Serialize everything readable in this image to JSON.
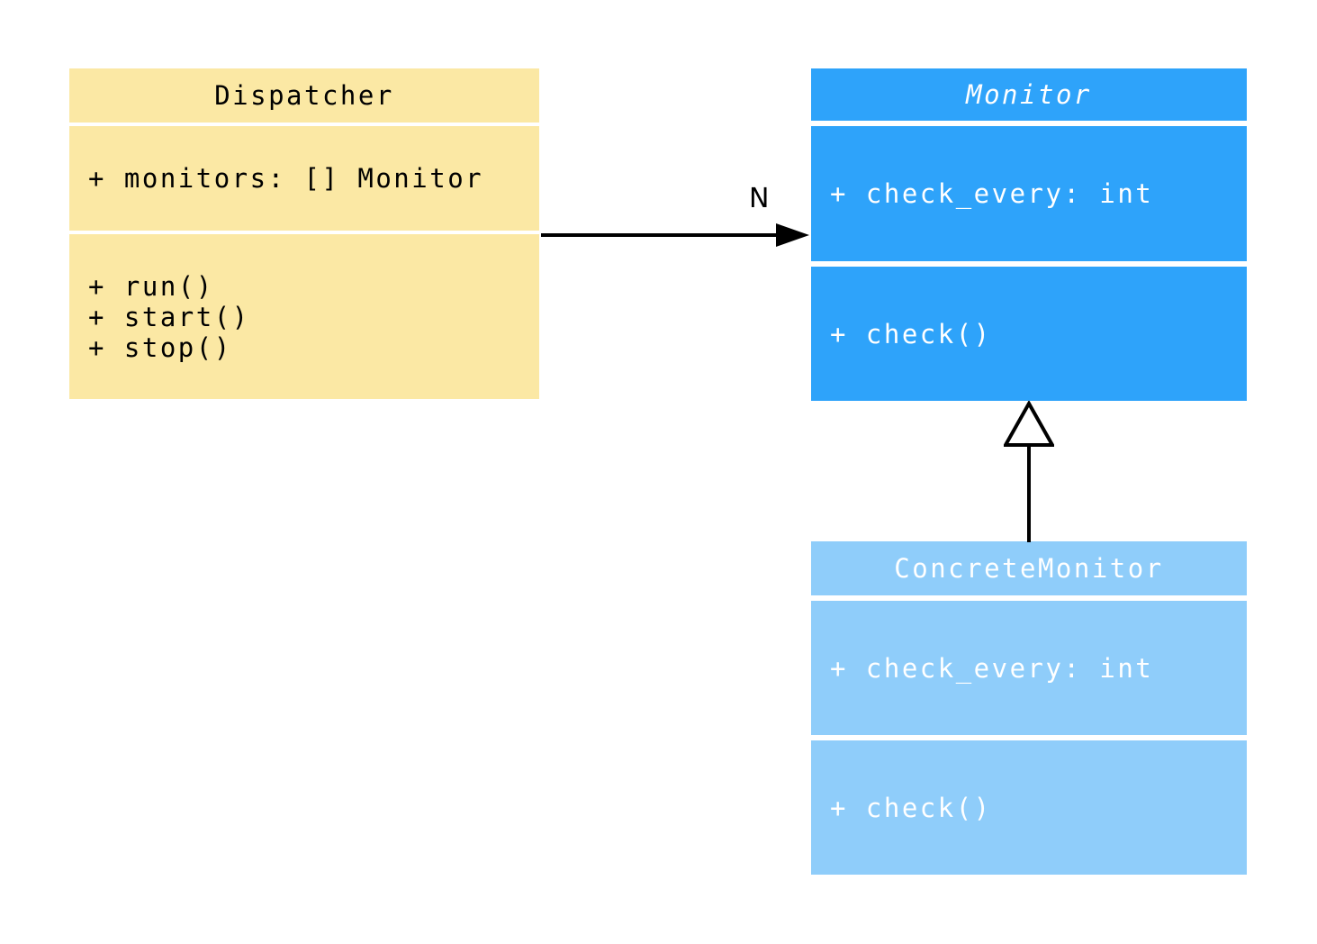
{
  "diagram": {
    "classes": {
      "dispatcher": {
        "title": "Dispatcher",
        "attributes": [
          "+ monitors: [] Monitor"
        ],
        "methods": [
          "+ run()",
          "+ start()",
          "+ stop()"
        ],
        "fill_color": "#FBE8A4",
        "text_color": "#000000"
      },
      "monitor": {
        "title": "Monitor",
        "title_italic": true,
        "attributes": [
          "+ check_every: int"
        ],
        "methods": [
          "+ check()"
        ],
        "fill_color": "#2EA3FA",
        "text_color": "#FFFFFF"
      },
      "concrete_monitor": {
        "title": "ConcreteMonitor",
        "attributes": [
          "+ check_every: int"
        ],
        "methods": [
          "+ check()"
        ],
        "fill_color": "#8FCDFA",
        "text_color": "#FFFFFF"
      }
    },
    "relationships": {
      "association": {
        "from": "Dispatcher",
        "to": "Monitor",
        "label": "N"
      },
      "generalization": {
        "from": "ConcreteMonitor",
        "to": "Monitor"
      }
    }
  }
}
